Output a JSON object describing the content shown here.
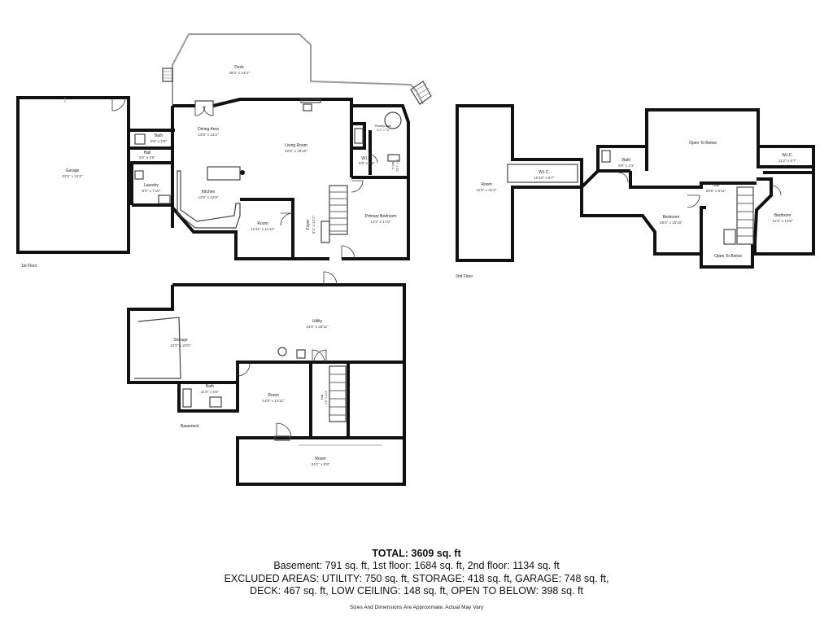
{
  "floors": {
    "first": {
      "label": "1st Floor",
      "rooms": {
        "deck": {
          "name": "Deck",
          "dims": "48'2\" x 14'4\""
        },
        "garage": {
          "name": "Garage",
          "dims": "22'5\" x 31'3\""
        },
        "bath": {
          "name": "Bath",
          "dims": "6'9\" x 5'6\""
        },
        "hall": {
          "name": "Hall",
          "dims": "5'6\" x 3'5\""
        },
        "laundry": {
          "name": "Laundry",
          "dims": "9'0\" x 7'10\""
        },
        "dining": {
          "name": "Dining Area",
          "dims": "13'8\" x 14'2\""
        },
        "living": {
          "name": "Living Room",
          "dims": "22'8\" x 19'10\""
        },
        "kitchen": {
          "name": "Kitchen",
          "dims": "13'8\" x 13'9\""
        },
        "room": {
          "name": "Room",
          "dims": "11'11\" x 11'10\""
        },
        "foyer": {
          "name": "Foyer",
          "dims": "8'1\" x 12'2\""
        },
        "primary_bath": {
          "name": "Primary Bath",
          "dims": "11'2\" x 7'6\""
        },
        "wic": {
          "name": "W.I.C.",
          "dims": "5'5\" x 7'6\""
        },
        "wic2": {
          "name": "W.I.C.",
          "dims": "5'7\" x 6'1\""
        },
        "primary_bedroom": {
          "name": "Primary Bedroom",
          "dims": "12'2\" x 17'0\""
        }
      }
    },
    "second": {
      "label": "2nd Floor",
      "rooms": {
        "room": {
          "name": "Room",
          "dims": "11'0\" x 31'3\""
        },
        "wic_a": {
          "name": "W.I.C.",
          "dims": "15'10\" x 6'7\""
        },
        "bath": {
          "name": "Bath",
          "dims": "9'9\" x 4'1\""
        },
        "open_below_top": {
          "name": "Open To Below"
        },
        "wic_b": {
          "name": "W.I.C.",
          "dims": "11'2\" x 5'7\""
        },
        "hall": {
          "name": "Hall",
          "dims": "29'8\" x 6'11\""
        },
        "bedroom_a": {
          "name": "Bedroom",
          "dims": "25'8\" x 15'10\""
        },
        "bedroom_b": {
          "name": "Bedroom",
          "dims": "12'2\" x 13'9\""
        },
        "open_below_bottom": {
          "name": "Open To Below"
        }
      }
    },
    "basement": {
      "label": "Basement",
      "rooms": {
        "utility": {
          "name": "Utility",
          "dims": "34'5\" x 30'11\""
        },
        "storage": {
          "name": "Storage",
          "dims": "22'0\" x 20'5\""
        },
        "bath": {
          "name": "Bath",
          "dims": "11'9\" x 5'5\""
        },
        "room": {
          "name": "Room",
          "dims": "14'9\" x 14'11\""
        },
        "hall": {
          "name": "Hall",
          "dims": "3'8\" x 14'1\""
        },
        "room_long": {
          "name": "Room",
          "dims": "34'1\" x 8'9\""
        }
      }
    }
  },
  "summary": {
    "total": "TOTAL: 3609 sq. ft",
    "line1": "Basement: 791 sq. ft, 1st floor: 1684 sq. ft, 2nd floor: 1134 sq. ft",
    "line2": "EXCLUDED AREAS: UTILITY: 750 sq. ft, STORAGE: 418 sq. ft, GARAGE: 748 sq. ft,",
    "line3": "DECK: 467 sq. ft, LOW CEILING: 148 sq. ft, OPEN TO BELOW: 398 sq. ft",
    "disclaimer": "Sizes And Dimensions Are Approximate, Actual May Vary"
  }
}
